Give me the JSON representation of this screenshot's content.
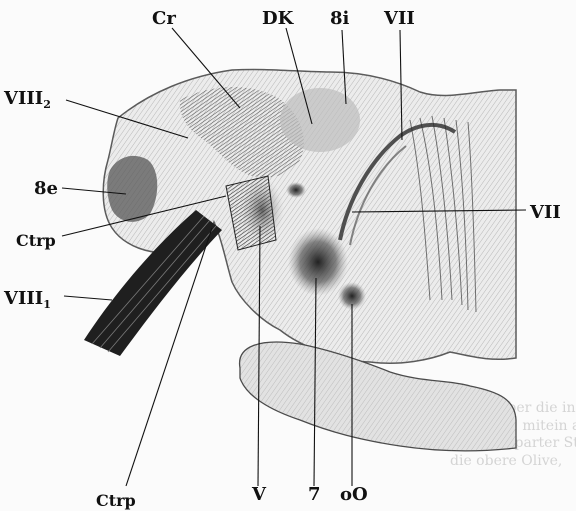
{
  "figure": {
    "labels": {
      "cr": "Cr",
      "dk": "DK",
      "eight_i": "8i",
      "vii_top": "VII",
      "viii2_main": "VIII",
      "viii2_sub": "2",
      "eight_e": "8e",
      "ctrp_left": "Ctrp",
      "viii1_main": "VIII",
      "viii1_sub": "1",
      "vii_right": "VII",
      "ctrp_bottom": "Ctrp",
      "v_bottom": "V",
      "seven_bottom": "7",
      "oo_bottom": "oO"
    },
    "background_text": [
      "der über die inner",
      "sich. mitein and",
      "comparter Stran",
      "die obere Olive,"
    ],
    "colors": {
      "ink": "#111111",
      "paper": "#fbfbfb",
      "tissue_light": "#e9e9e9",
      "tissue_mid": "#b9b9b9",
      "tissue_dark": "#2a2a2a"
    }
  }
}
